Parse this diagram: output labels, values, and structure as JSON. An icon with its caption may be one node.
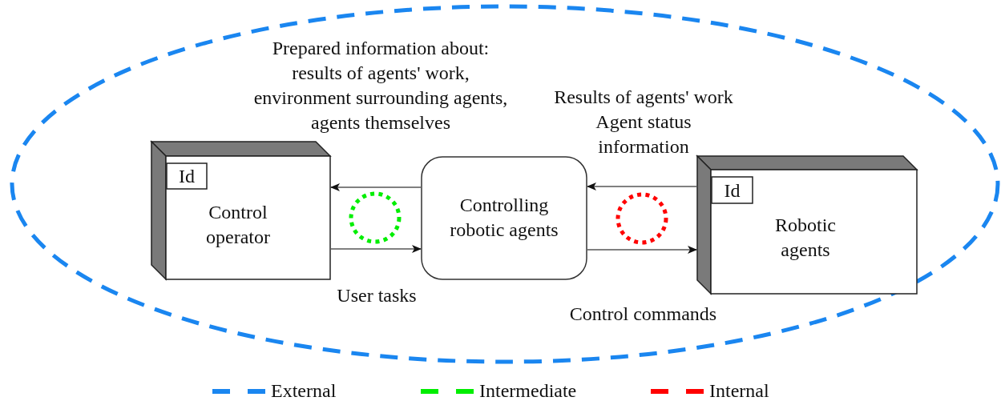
{
  "diagram": {
    "nodes": [
      {
        "text": [],
        "shape": "ellipse"
      },
      {
        "text": [
          "Control operator"
        ],
        "in": 0
      },
      {
        "text": [
          "Id"
        ],
        "in": 1
      },
      {
        "text": [],
        "shape": "circle",
        "in": 0
      },
      {
        "text": [
          "Controlling robotic agents"
        ],
        "in": 0
      },
      {
        "text": [],
        "shape": "circle",
        "in": 0
      },
      {
        "text": [
          "Robotic agents"
        ],
        "in": 0
      },
      {
        "text": [
          "Id"
        ],
        "in": 6
      }
    ],
    "edges": [
      {
        "from": 4,
        "to": 1,
        "arrow": "to",
        "label": "Prepared information about: results of agents' work, environment surrounding agents, agents themselves"
      },
      {
        "from": 1,
        "to": 4,
        "arrow": "to",
        "label": "User tasks"
      },
      {
        "from": 6,
        "to": 4,
        "arrow": "to",
        "label": "Results of agents' work Agent status information"
      },
      {
        "from": 4,
        "to": 6,
        "arrow": "to",
        "label": "Control commands"
      }
    ],
    "legend": [
      {
        "text": "External",
        "color": "#1a86f0"
      },
      {
        "text": "Intermediate",
        "color": "#00ee00"
      },
      {
        "text": "Internal",
        "color": "#ff0000"
      }
    ]
  }
}
